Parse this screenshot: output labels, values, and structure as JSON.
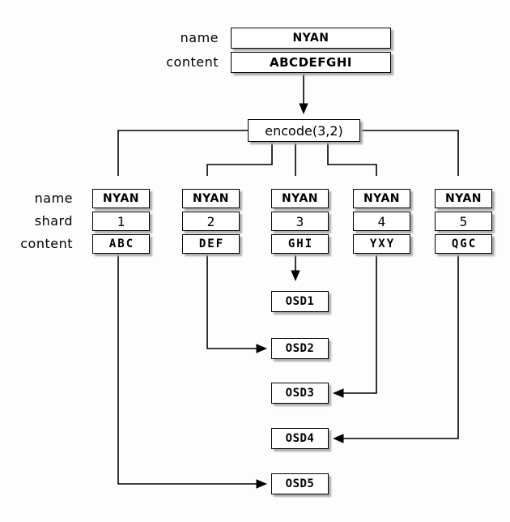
{
  "object": {
    "name_label": "name",
    "content_label": "content",
    "name": "NYAN",
    "content": "ABCDEFGHI"
  },
  "encode": {
    "label": "encode(3,2)"
  },
  "row_labels": {
    "name": "name",
    "shard": "shard",
    "content": "content"
  },
  "shards": [
    {
      "name": "NYAN",
      "shard": "1",
      "content": "ABC"
    },
    {
      "name": "NYAN",
      "shard": "2",
      "content": "DEF"
    },
    {
      "name": "NYAN",
      "shard": "3",
      "content": "GHI"
    },
    {
      "name": "NYAN",
      "shard": "4",
      "content": "YXY"
    },
    {
      "name": "NYAN",
      "shard": "5",
      "content": "QGC"
    }
  ],
  "osds": [
    {
      "label": "OSD1"
    },
    {
      "label": "OSD2"
    },
    {
      "label": "OSD3"
    },
    {
      "label": "OSD4"
    },
    {
      "label": "OSD5"
    }
  ],
  "connections": [
    {
      "from": "object",
      "to": "encode(3,2)"
    },
    {
      "from": "encode(3,2)",
      "to": "shard 1"
    },
    {
      "from": "encode(3,2)",
      "to": "shard 2"
    },
    {
      "from": "encode(3,2)",
      "to": "shard 3"
    },
    {
      "from": "encode(3,2)",
      "to": "shard 4"
    },
    {
      "from": "encode(3,2)",
      "to": "shard 5"
    },
    {
      "from": "shard 3",
      "to": "OSD1"
    },
    {
      "from": "shard 2",
      "to": "OSD2"
    },
    {
      "from": "shard 4",
      "to": "OSD3"
    },
    {
      "from": "shard 5",
      "to": "OSD4"
    },
    {
      "from": "shard 1",
      "to": "OSD5"
    }
  ],
  "colors": {
    "line": "#000000",
    "text": "#000000",
    "box_background": "#ffffff",
    "box_border": "#000000",
    "shadow": "#ababab",
    "page_background": "#fdfdfd"
  }
}
